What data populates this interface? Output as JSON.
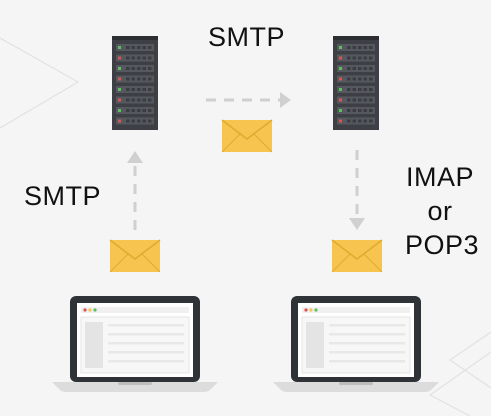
{
  "labels": {
    "smtp_top": "SMTP",
    "smtp_left": "SMTP",
    "imap_lines": [
      "IMAP",
      "or",
      "POP3"
    ]
  },
  "colors": {
    "background": "#f5f5f5",
    "server_body": "#3d3f44",
    "server_slot": "#55585e",
    "led_green": "#5fbf5f",
    "led_red": "#e05252",
    "envelope": "#f6c44f",
    "envelope_fold": "#e0aa2e",
    "arrow": "#d0d0d0",
    "laptop_frame": "#2f3338",
    "laptop_screen": "#ffffff",
    "laptop_base": "#dcdcdc"
  },
  "icons": [
    "server-icon",
    "envelope-icon",
    "laptop-icon",
    "arrow-icon"
  ]
}
